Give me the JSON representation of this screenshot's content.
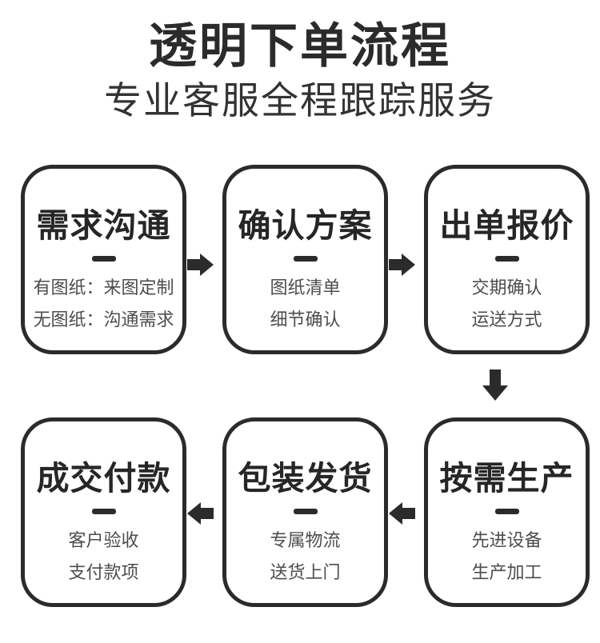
{
  "header": {
    "title": "透明下单流程",
    "subtitle": "专业客服全程跟踪服务"
  },
  "steps": {
    "demand": {
      "title": "需求沟通",
      "lines": [
        "有图纸：来图定制",
        "无图纸：沟通需求"
      ]
    },
    "confirm": {
      "title": "确认方案",
      "lines": [
        "图纸清单",
        "细节确认"
      ]
    },
    "quote": {
      "title": "出单报价",
      "lines": [
        "交期确认",
        "运送方式"
      ]
    },
    "produce": {
      "title": "按需生产",
      "lines": [
        "先进设备",
        "生产加工"
      ]
    },
    "ship": {
      "title": "包装发货",
      "lines": [
        "专属物流",
        "送货上门"
      ]
    },
    "pay": {
      "title": "成交付款",
      "lines": [
        "客户验收",
        "支付款项"
      ]
    }
  },
  "flow_order": [
    "demand",
    "confirm",
    "quote",
    "produce",
    "ship",
    "pay"
  ],
  "icons": {
    "arrow_right": "solid-right-arrow",
    "arrow_down": "solid-down-arrow",
    "arrow_left": "solid-left-arrow"
  },
  "colors": {
    "ink": "#2b2b2b",
    "box_title": "#262626",
    "secondary_text": "#4d4d4d",
    "background": "#ffffff"
  }
}
